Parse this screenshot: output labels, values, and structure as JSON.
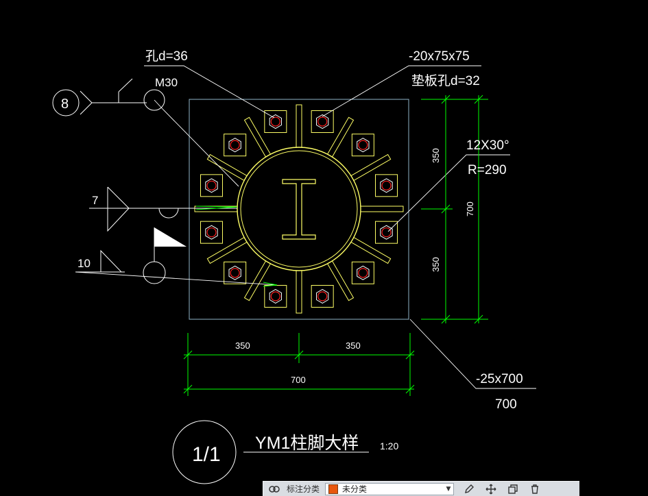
{
  "drawing": {
    "callouts": {
      "hole_label": "孔d=36",
      "stiffener_label": "-20x75x75",
      "washer_label": "垫板孔d=32",
      "bolt_label": "M30",
      "angle_label": "12X30°",
      "radius_label": "R=290",
      "plate_label": "-25x700",
      "plate_sub": "700"
    },
    "weld_marks": {
      "section_ref": "8",
      "weld_a": "7",
      "weld_b": "10"
    },
    "dimensions": {
      "bottom_left": "350",
      "bottom_right": "350",
      "bottom_total": "700",
      "right_top": "350",
      "right_bottom": "350",
      "right_total": "700"
    },
    "title_block": {
      "number": "1/1",
      "title": "YM1柱脚大样",
      "scale": "1:20"
    }
  },
  "toolbar": {
    "category_label": "标注分类",
    "category_value": "未分类",
    "swatch_color": "#e8570e"
  },
  "colors": {
    "plate": "#8fb4c8",
    "dimension": "#00ff00",
    "ring": "#ffff66",
    "bolt_box": "#ffff66",
    "bolt_hole": "#ff2020",
    "text": "#ffffff"
  }
}
